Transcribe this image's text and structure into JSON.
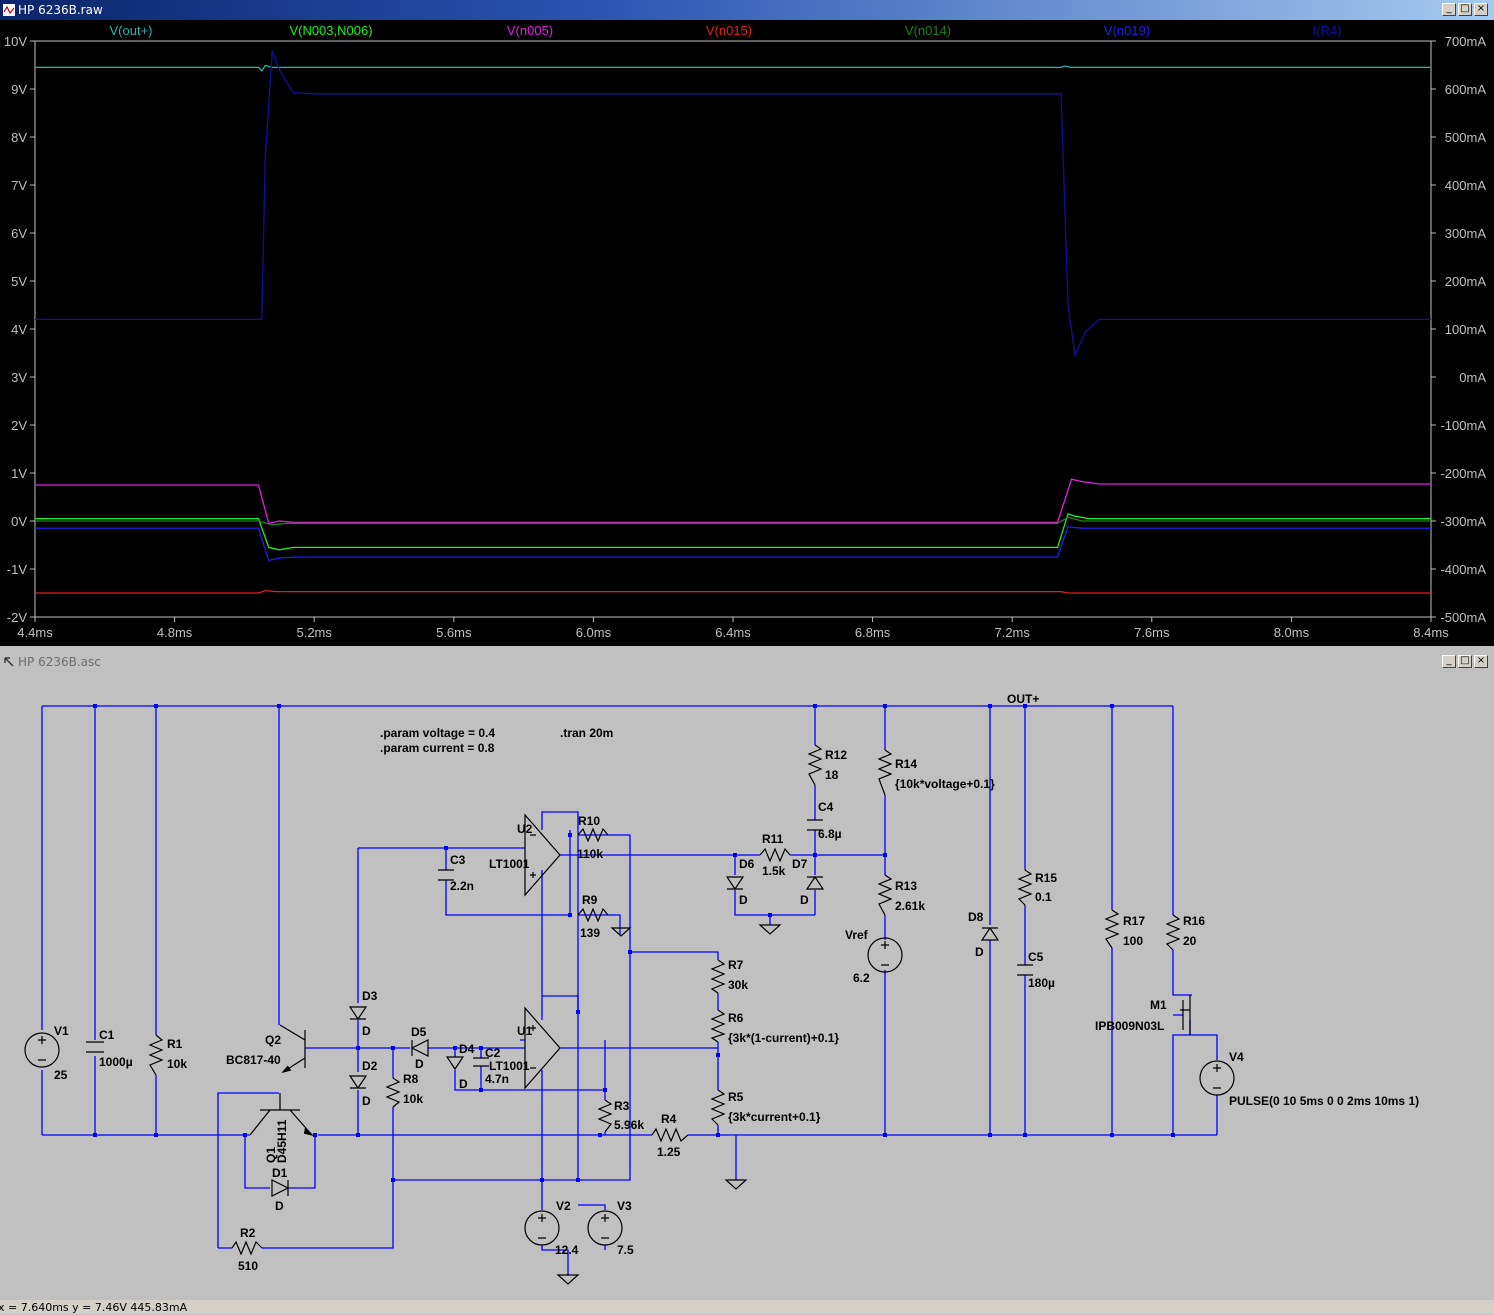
{
  "waveform_window": {
    "title": "HP 6236B.raw",
    "buttons": [
      "_",
      "□",
      "×"
    ]
  },
  "schematic_window": {
    "title": "HP 6236B.asc",
    "buttons": [
      "_",
      "□",
      "×"
    ]
  },
  "colors": {
    "plot_bg": "#000000",
    "axis": "#c0c0c0",
    "schematic_bg": "#c0c0c0",
    "wire": "#0000ff",
    "component": "#000000"
  },
  "chart_data": {
    "type": "line",
    "x_unit": "ms",
    "xlim": [
      4.4,
      8.4
    ],
    "x_ticks": [
      "4.4ms",
      "4.8ms",
      "5.2ms",
      "5.6ms",
      "6.0ms",
      "6.4ms",
      "6.8ms",
      "7.2ms",
      "7.6ms",
      "8.0ms",
      "8.4ms"
    ],
    "ylim_left": [
      -2,
      10
    ],
    "y_ticks_left": [
      "10V",
      "9V",
      "8V",
      "7V",
      "6V",
      "5V",
      "4V",
      "3V",
      "2V",
      "1V",
      "0V",
      "-1V",
      "-2V"
    ],
    "ylim_right": [
      -500,
      700
    ],
    "y_ticks_right": [
      "700mA",
      "600mA",
      "500mA",
      "400mA",
      "300mA",
      "200mA",
      "100mA",
      "0mA",
      "-100mA",
      "-200mA",
      "-300mA",
      "-400mA",
      "-500mA"
    ],
    "series": [
      {
        "name": "V(out+)",
        "color": "#30b0b0",
        "axis": "left",
        "points": [
          [
            4.4,
            9.45
          ],
          [
            5.04,
            9.45
          ],
          [
            5.05,
            9.38
          ],
          [
            5.06,
            9.49
          ],
          [
            5.08,
            9.45
          ],
          [
            7.34,
            9.45
          ],
          [
            7.35,
            9.48
          ],
          [
            7.37,
            9.45
          ],
          [
            8.4,
            9.45
          ]
        ]
      },
      {
        "name": "V(N003,N006)",
        "color": "#20f020",
        "axis": "left",
        "points": [
          [
            4.4,
            0.05
          ],
          [
            5.04,
            0.05
          ],
          [
            5.07,
            -0.55
          ],
          [
            5.1,
            -0.6
          ],
          [
            5.14,
            -0.55
          ],
          [
            7.33,
            -0.55
          ],
          [
            7.36,
            0.15
          ],
          [
            7.38,
            0.1
          ],
          [
            7.42,
            0.05
          ],
          [
            8.4,
            0.05
          ]
        ]
      },
      {
        "name": "V(n005)",
        "color": "#e020e0",
        "axis": "left",
        "points": [
          [
            4.4,
            0.75
          ],
          [
            5.04,
            0.75
          ],
          [
            5.07,
            -0.05
          ],
          [
            5.1,
            0.0
          ],
          [
            5.14,
            -0.03
          ],
          [
            7.33,
            -0.03
          ],
          [
            7.37,
            0.87
          ],
          [
            7.4,
            0.82
          ],
          [
            7.45,
            0.77
          ],
          [
            8.4,
            0.77
          ]
        ]
      },
      {
        "name": "V(n015)",
        "color": "#e02020",
        "axis": "left",
        "points": [
          [
            4.4,
            -1.5
          ],
          [
            5.04,
            -1.5
          ],
          [
            5.06,
            -1.45
          ],
          [
            5.09,
            -1.47
          ],
          [
            7.34,
            -1.47
          ],
          [
            7.36,
            -1.5
          ],
          [
            8.4,
            -1.5
          ]
        ]
      },
      {
        "name": "V(n014)",
        "color": "#208020",
        "axis": "left",
        "points": [
          [
            4.4,
            0.0
          ],
          [
            5.04,
            0.0
          ],
          [
            5.08,
            -0.08
          ],
          [
            5.12,
            -0.05
          ],
          [
            7.33,
            -0.05
          ],
          [
            7.36,
            0.08
          ],
          [
            7.4,
            0.0
          ],
          [
            8.4,
            0.0
          ]
        ]
      },
      {
        "name": "V(n019)",
        "color": "#2020e0",
        "axis": "left",
        "points": [
          [
            4.4,
            -0.15
          ],
          [
            5.04,
            -0.15
          ],
          [
            5.07,
            -0.82
          ],
          [
            5.1,
            -0.77
          ],
          [
            5.15,
            -0.75
          ],
          [
            7.33,
            -0.75
          ],
          [
            7.36,
            -0.12
          ],
          [
            7.4,
            -0.15
          ],
          [
            8.4,
            -0.15
          ]
        ]
      },
      {
        "name": "I(R4)",
        "color": "#1010a0",
        "axis": "right",
        "points": [
          [
            4.4,
            120
          ],
          [
            5.05,
            120
          ],
          [
            5.06,
            460
          ],
          [
            5.08,
            680
          ],
          [
            5.1,
            640
          ],
          [
            5.14,
            592
          ],
          [
            5.2,
            590
          ],
          [
            7.34,
            590
          ],
          [
            7.36,
            150
          ],
          [
            7.38,
            45
          ],
          [
            7.41,
            95
          ],
          [
            7.45,
            120
          ],
          [
            8.4,
            120
          ]
        ]
      }
    ]
  },
  "schematic": {
    "directives": [
      ".param voltage = 0.4",
      ".param current = 0.8",
      ".tran 20m"
    ],
    "net_label": "OUT+",
    "components": [
      {
        "ref": "V1",
        "value": "25"
      },
      {
        "ref": "C1",
        "value": "1000µ"
      },
      {
        "ref": "R1",
        "value": "10k"
      },
      {
        "ref": "Q2",
        "value": "BC817-40"
      },
      {
        "ref": "Q1",
        "value": "D45H11"
      },
      {
        "ref": "D1",
        "value": "D"
      },
      {
        "ref": "R2",
        "value": "510"
      },
      {
        "ref": "D3",
        "value": "D"
      },
      {
        "ref": "D2",
        "value": "D"
      },
      {
        "ref": "R8",
        "value": "10k"
      },
      {
        "ref": "D5",
        "value": "D"
      },
      {
        "ref": "D4",
        "value": "D"
      },
      {
        "ref": "C2",
        "value": "4.7n"
      },
      {
        "ref": "C3",
        "value": "2.2n"
      },
      {
        "ref": "U2",
        "value": "LT1001"
      },
      {
        "ref": "U1",
        "value": "LT1001"
      },
      {
        "ref": "R10",
        "value": "110k"
      },
      {
        "ref": "R9",
        "value": "139"
      },
      {
        "ref": "R3",
        "value": "5.96k"
      },
      {
        "ref": "R4",
        "value": "1.25"
      },
      {
        "ref": "V2",
        "value": "12.4"
      },
      {
        "ref": "V3",
        "value": "7.5"
      },
      {
        "ref": "R7",
        "value": "30k"
      },
      {
        "ref": "R6",
        "value": "{3k*(1-current)+0.1}"
      },
      {
        "ref": "R5",
        "value": "{3k*current+0.1}"
      },
      {
        "ref": "R12",
        "value": "18"
      },
      {
        "ref": "C4",
        "value": "6.8µ"
      },
      {
        "ref": "R11",
        "value": "1.5k"
      },
      {
        "ref": "D6",
        "value": "D"
      },
      {
        "ref": "D7",
        "value": "D"
      },
      {
        "ref": "R14",
        "value": "{10k*voltage+0.1}"
      },
      {
        "ref": "R13",
        "value": "2.61k"
      },
      {
        "ref": "Vref",
        "value": "6.2"
      },
      {
        "ref": "D8",
        "value": "D"
      },
      {
        "ref": "R15",
        "value": "0.1"
      },
      {
        "ref": "C5",
        "value": "180µ"
      },
      {
        "ref": "R17",
        "value": "100"
      },
      {
        "ref": "R16",
        "value": "20"
      },
      {
        "ref": "M1",
        "value": "IPB009N03L"
      },
      {
        "ref": "V4",
        "value": "PULSE(0 10 5ms 0 0 2ms 10ms 1)"
      }
    ]
  },
  "status_bar": {
    "text": "x = 7.640ms   y = 7.46V   445.83mA"
  }
}
